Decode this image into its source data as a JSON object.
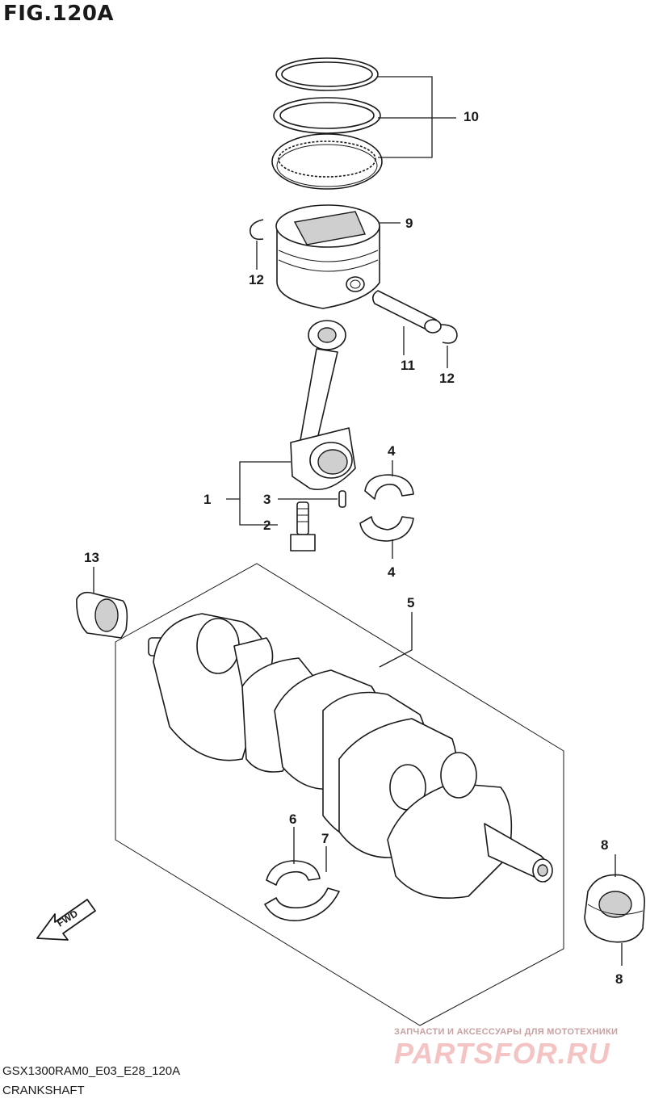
{
  "figure": {
    "title": "FIG.120A"
  },
  "callouts": {
    "c1": "1",
    "c2": "2",
    "c3": "3",
    "c4a": "4",
    "c4b": "4",
    "c5": "5",
    "c6": "6",
    "c7": "7",
    "c8a": "8",
    "c8b": "8",
    "c9": "9",
    "c10": "10",
    "c11": "11",
    "c12a": "12",
    "c12b": "12",
    "c13": "13"
  },
  "fwd_badge": "FWD",
  "footer": {
    "code": "GSX1300RAM0_E03_E28_120A",
    "caption": "CRANKSHAFT"
  },
  "watermark": {
    "tagline": "ЗАПЧАСТИ И АКСЕССУАРЫ ДЛЯ МОТОТЕХНИКИ",
    "logo": "PARTSFOR.RU"
  },
  "icons": [
    "fwd-arrow-icon"
  ]
}
